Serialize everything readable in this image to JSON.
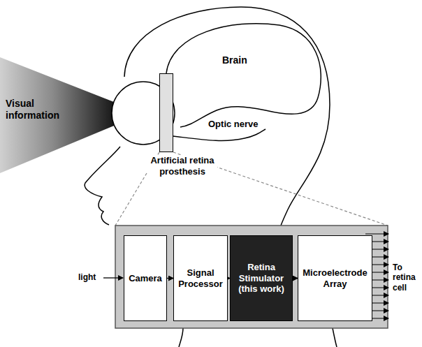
{
  "diagram": {
    "nodes": [
      {
        "text": [
          "Artificial retina prosthesis"
        ]
      },
      {
        "text": [
          "Camera"
        ]
      },
      {
        "text": [
          "Signal Processor"
        ]
      },
      {
        "text": [
          "Retina Stimulator (this work)"
        ]
      },
      {
        "text": [
          "Microelectrode Array"
        ]
      }
    ],
    "edges": [
      {
        "from": 1,
        "to": 2,
        "arrow": "to"
      },
      {
        "from": 2,
        "to": 3,
        "arrow": "to"
      },
      {
        "from": 3,
        "to": 4,
        "arrow": "to"
      }
    ],
    "labels": [
      "Visual information",
      "Brain",
      "Optic nerve",
      "light",
      "To retina cell"
    ]
  }
}
